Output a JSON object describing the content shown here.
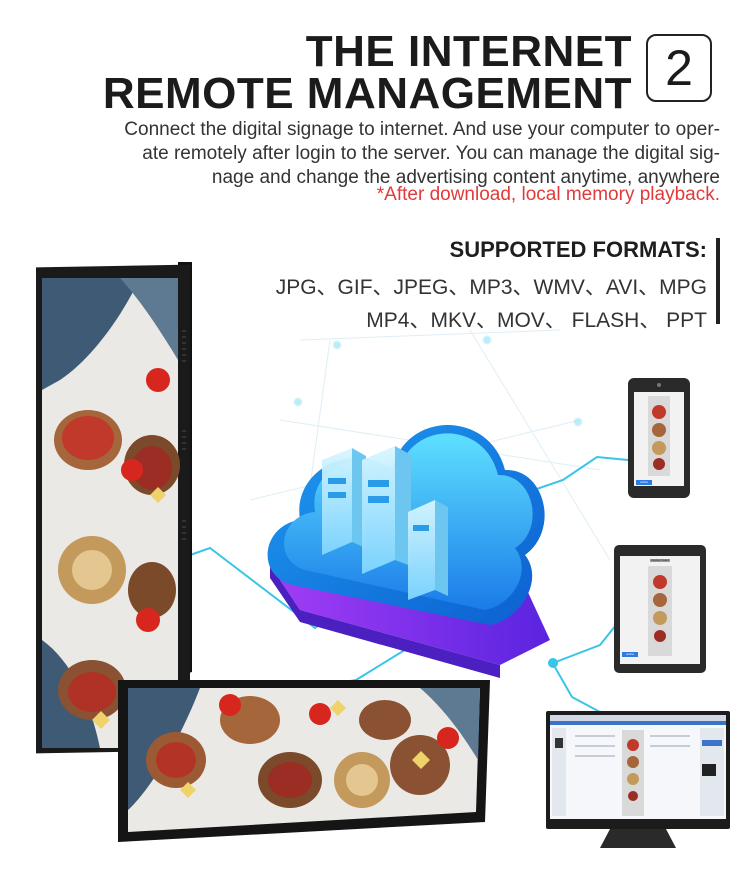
{
  "header": {
    "title_line1": "THE INTERNET",
    "title_line2": "REMOTE MANAGEMENT",
    "section_number": "2"
  },
  "description": {
    "line1": "Connect the digital signage to internet. And use your computer to oper-",
    "line2": "ate remotely after login to the server. You can manage the digital sig-",
    "line3": "nage and change the advertising content anytime, anywhere",
    "note": "*After download, local memory playback."
  },
  "formats": {
    "title": "SUPPORTED FORMATS:",
    "line1": "JPG、GIF、JPEG、MP3、WMV、AVI、MPG",
    "line2": "MP4、MKV、MOV、 FLASH、 PPT"
  },
  "devices": {
    "phone_button": "online",
    "tablet_button": "online",
    "tablet_header": "display board"
  },
  "colors": {
    "title": "#1b1b1b",
    "note": "#e23a3a",
    "cloud": "#2fb7f5",
    "cloud_base": "#7a2cf0",
    "lines": "#39c5e8"
  }
}
